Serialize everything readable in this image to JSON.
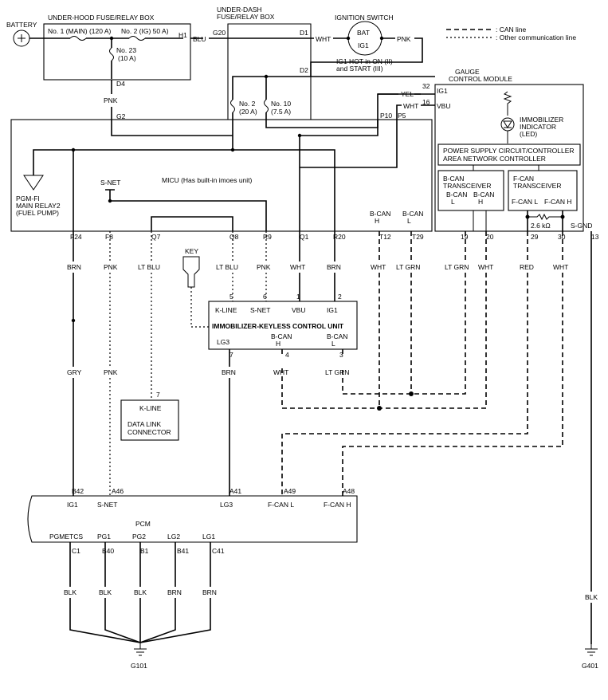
{
  "legend": {
    "can_line": ": CAN line",
    "other_line": ": Other communication line"
  },
  "battery": {
    "label": "BATTERY"
  },
  "under_hood_box": {
    "title": "UNDER-HOOD FUSE/RELAY BOX",
    "fuse_main": "No. 1 (MAIN) (120 A)",
    "fuse_ig": "No. 2 (IG) 50 A)",
    "fuse23_name": "No. 23",
    "fuse23_rating": "(10 A)",
    "term_h1": "H1",
    "term_d4": "D4"
  },
  "under_dash_box": {
    "title1": "UNDER-DASH",
    "title2": "FUSE/RELAY BOX",
    "term_g20": "G20",
    "term_d1": "D1",
    "term_d2": "D2",
    "term_g2": "G2",
    "term_p10": "P10",
    "term_p5": "P5",
    "fuse2_name": "No. 2",
    "fuse2_rating": "(20 A)",
    "fuse10_name": "No. 10",
    "fuse10_rating": "(7.5 A)"
  },
  "ignition_switch": {
    "title": "IGNITION SWITCH",
    "bat": "BAT",
    "ig1": "IG1",
    "note1": "IG1 HOT in ON (II)",
    "note2": "and START (III)"
  },
  "gauge_module": {
    "title1": "GAUGE",
    "title2": "CONTROL MODULE",
    "ig1": "IG1",
    "vbu": "VBU",
    "pin32": "32",
    "pin16": "16",
    "led1": "IMMOBILIZER",
    "led2": "INDICATOR",
    "led3": "(LED)",
    "psc1": "POWER SUPPLY CIRCUIT/CONTROLLER",
    "psc2": "AREA NETWORK CONTROLLER",
    "bcan1": "B-CAN",
    "bcan2": "TRANSCEIVER",
    "bcan_h": "B-CAN",
    "bcan_h2": "H",
    "bcan_l": "B-CAN",
    "bcan_l2": "L",
    "fcan1": "F-CAN",
    "fcan2": "TRANSCEIVER",
    "fcan_l": "F-CAN L",
    "fcan_h": "F-CAN H",
    "resistor": "2.6 kΩ",
    "sgnd": "S-GND",
    "pin19": "19",
    "pin20": "20",
    "pin29": "29",
    "pin30": "30",
    "pin13": "13"
  },
  "micu": {
    "label": "MICU (Has built-in imoes unit)",
    "snet": "S-NET",
    "bcan_h": "B-CAN",
    "bcan_h2": "H",
    "bcan_l": "B-CAN",
    "bcan_l2": "L",
    "pins": [
      "F24",
      "F8",
      "Q7",
      "Q8",
      "R9",
      "Q1",
      "R20",
      "T12",
      "T29"
    ]
  },
  "pgmfi": {
    "l1": "PGM-FI",
    "l2": "MAIN RELAY2",
    "l3": "(FUEL PUMP)"
  },
  "key": {
    "label": "KEY"
  },
  "immobilizer": {
    "title": "IMMOBILIZER-KEYLESS CONTROL UNIT",
    "kline": "K-LINE",
    "snet": "S-NET",
    "vbu": "VBU",
    "ig1": "IG1",
    "lg3": "LG3",
    "bcan_h": "B-CAN",
    "bcan_h2": "H",
    "bcan_l": "B-CAN",
    "bcan_l2": "L",
    "pin5": "5",
    "pin6": "6",
    "pin1": "1",
    "pin2": "2",
    "pin7": "7",
    "pin4": "4",
    "pin3": "3"
  },
  "dlc": {
    "kline": "K-LINE",
    "l1": "DATA LINK",
    "l2": "CONNECTOR",
    "pin7": "7"
  },
  "pcm": {
    "label": "PCM",
    "top_pins": [
      "B42",
      "A46",
      "A41",
      "A49",
      "A48"
    ],
    "top_labels": [
      "IG1",
      "S-NET",
      "LG3",
      "F-CAN L",
      "F-CAN H"
    ],
    "bottom_labels": [
      "PGMETCS",
      "PG1",
      "PG2",
      "LG2",
      "LG1"
    ],
    "bottom_pins": [
      "C1",
      "B40",
      "B1",
      "B41",
      "C41"
    ]
  },
  "grounds": {
    "g101": "G101",
    "g401": "G401"
  },
  "wire_colors": {
    "blu": "BLU",
    "wht": "WHT",
    "pnk": "PNK",
    "yel": "YEL",
    "brn": "BRN",
    "gry": "GRY",
    "lt_blu": "LT BLU",
    "lt_grn": "LT GRN",
    "red": "RED",
    "blk": "BLK"
  }
}
